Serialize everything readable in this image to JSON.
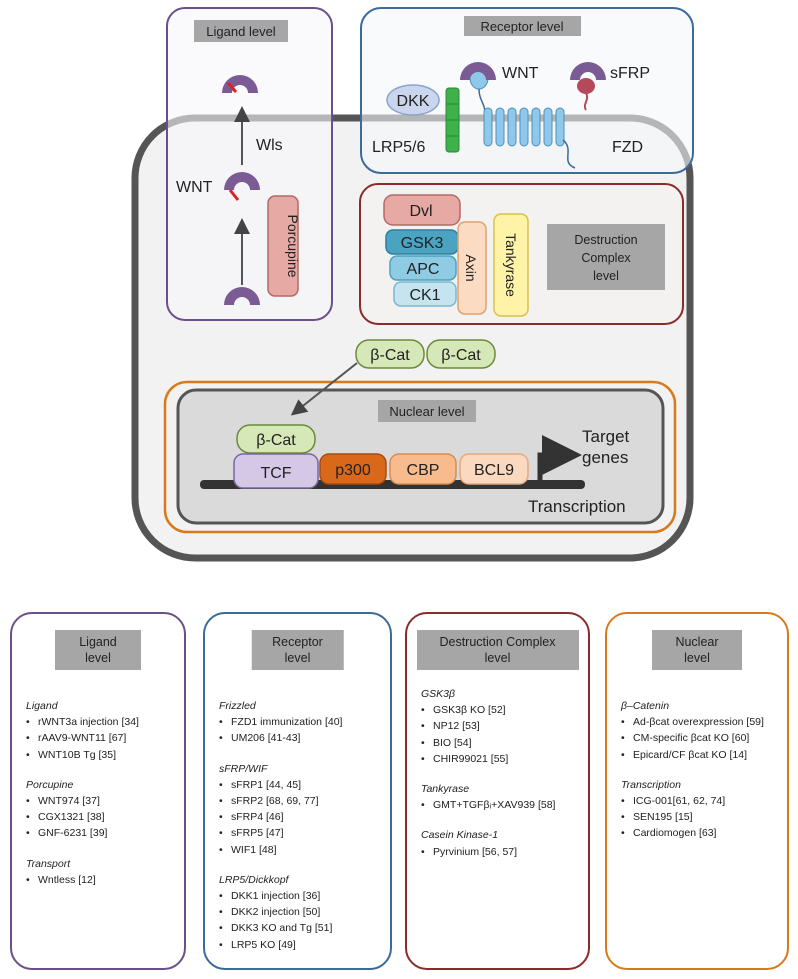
{
  "diagram": {
    "ligand_level": "Ligand level",
    "receptor_level": "Receptor level",
    "wnt_top": "WNT",
    "sfrp": "sFRP",
    "dkk": "DKK",
    "lrp": "LRP5/6",
    "fzd": "FZD",
    "wls": "Wls",
    "wnt_left": "WNT",
    "porcupine": "Porcupine",
    "dvl": "Dvl",
    "gsk3": "GSK3",
    "apc": "APC",
    "ck1": "CK1",
    "axin": "Axin",
    "tankyrase": "Tankyrase",
    "destruction_l1": "Destruction",
    "destruction_l2": "Complex",
    "destruction_l3": "level",
    "bcat1": "β-Cat",
    "bcat2": "β-Cat",
    "nuclear_level": "Nuclear level",
    "bcat_n": "β-Cat",
    "tcf": "TCF",
    "p300": "p300",
    "cbp": "CBP",
    "bcl9": "BCL9",
    "target1": "Target",
    "target2": "genes",
    "transcription": "Transcription"
  },
  "panels": {
    "ligand": {
      "title": "Ligand level",
      "sections": [
        {
          "heading": "Ligand",
          "items": [
            "rWNT3a injection [34]",
            "rAAV9-WNT11 [67]",
            "WNT10B Tg [35]"
          ]
        },
        {
          "heading": "Porcupine",
          "items": [
            "WNT974 [37]",
            "CGX1321 [38]",
            "GNF-6231 [39]"
          ]
        },
        {
          "heading": "Transport",
          "items": [
            "Wntless [12]"
          ]
        }
      ]
    },
    "receptor": {
      "title": "Receptor level",
      "sections": [
        {
          "heading": "Frizzled",
          "items": [
            "FZD1 immunization [40]",
            "UM206 [41-43]"
          ]
        },
        {
          "heading": "sFRP/WIF",
          "items": [
            "sFRP1 [44, 45]",
            "sFRP2 [68, 69, 77]",
            "sFRP4 [46]",
            "sFRP5 [47]",
            "WIF1 [48]"
          ]
        },
        {
          "heading": "LRP5/Dickkopf",
          "items": [
            "DKK1 injection [36]",
            "DKK2 injection [50]",
            "DKK3 KO and Tg [51]",
            "LRP5 KO [49]"
          ]
        }
      ]
    },
    "destruction": {
      "title_l1": "Destruction Complex",
      "title_l2": "level",
      "sections": [
        {
          "heading": "GSK3β",
          "items": [
            "GSK3β KO [52]",
            "NP12 [53]",
            "BIO [54]",
            "CHIR99021 [55]"
          ]
        },
        {
          "heading": "Tankyrase",
          "items": [
            "GMT+TGFβᵢ+XAV939 [58]"
          ]
        },
        {
          "heading": "Casein Kinase-1",
          "items": [
            "Pyrvinium [56, 57]"
          ]
        }
      ]
    },
    "nuclear": {
      "title": "Nuclear level",
      "sections": [
        {
          "heading": "β–Catenin",
          "items": [
            "Ad-βcat overexpression [59]",
            "CM-specific βcat KO [60]",
            "Epicard/CF βcat KO [14]"
          ]
        },
        {
          "heading": "Transcription",
          "items": [
            "ICG-001[61, 62, 74]",
            "SEN195 [15]",
            "Cardiomogen [63]"
          ]
        }
      ]
    }
  },
  "colors": {
    "ligand": "#6b4f8a",
    "receptor": "#3b6a9c",
    "destruction": "#8b2b2b",
    "nuclear": "#d97a1a",
    "wnt": "#7b5b94",
    "fzd": "#8fc8ea",
    "bcat": "#d6e8b8"
  }
}
